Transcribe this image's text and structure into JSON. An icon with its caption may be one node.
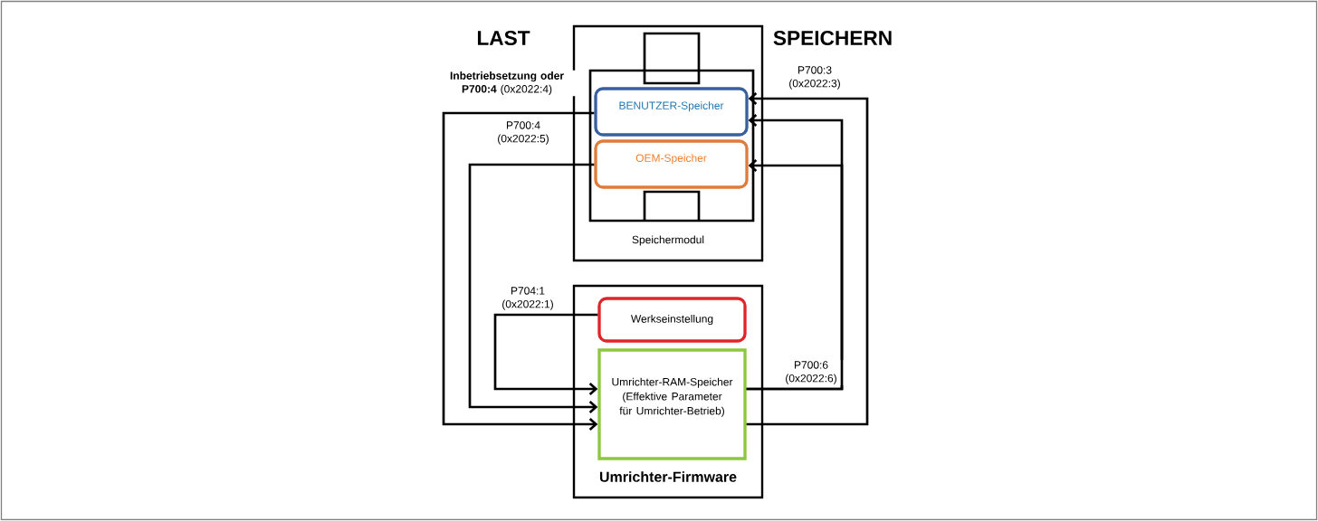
{
  "diagram": {
    "nodes": [
      {
        "text": [
          "Speichermodul"
        ]
      },
      {
        "text": [
          "BENUTZER-Speicher"
        ],
        "in": 0
      },
      {
        "text": [
          "OEM-Speicher"
        ],
        "in": 0
      },
      {
        "text": [
          "Umrichter-Firmware"
        ]
      },
      {
        "text": [
          "Werkseinstellung"
        ],
        "in": 3
      },
      {
        "text": [
          "Umrichter-RAM-Speicher (Effektive Parameter für Umrichter-Betrieb)"
        ],
        "in": 3
      }
    ],
    "edges": [
      {
        "from": 1,
        "to": 5,
        "arrow": "to",
        "label": "**Inbetriebsetzung oder P700:4** (0x2022:4)"
      },
      {
        "from": 2,
        "to": 5,
        "arrow": "to",
        "label": "P700:4 (0x2022:5)"
      },
      {
        "from": 4,
        "to": 5,
        "arrow": "to",
        "label": "P704:1 (0x2022:1)"
      },
      {
        "from": 5,
        "to": 1,
        "arrow": "to",
        "label": "P700:6 (0x2022:6)"
      },
      {
        "from": 5,
        "to": 2,
        "arrow": "to"
      },
      {
        "from": 5,
        "to": 1,
        "arrow": "to",
        "label": "P700:3 (0x2022:3)"
      }
    ],
    "labels": [
      "LAST",
      "SPEICHERN"
    ]
  }
}
